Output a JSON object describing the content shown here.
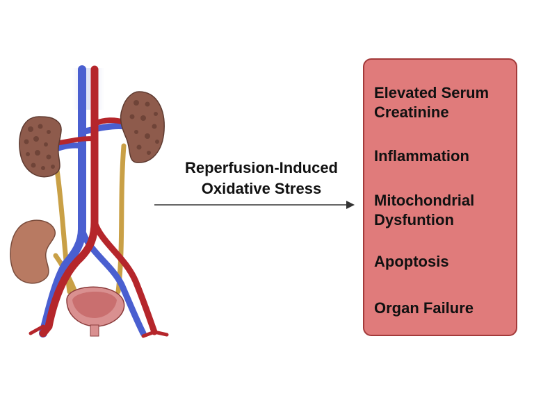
{
  "process": {
    "line1": "Reperfusion-Induced",
    "line2": "Oxidative Stress"
  },
  "outcomes": {
    "items": [
      "Elevated Serum Creatinine",
      "Inflammation",
      "Mitochondrial Dysfuntion",
      "Apoptosis",
      "Organ Failure"
    ]
  },
  "colors": {
    "outcome_box_fill": "#e07b7b",
    "outcome_box_border": "#a33a3a",
    "artery": "#b5262b",
    "vein": "#4a5fd0",
    "ureter": "#c9a046",
    "kidney_diseased": "#8e5b4c",
    "kidney_healthy": "#b87a62",
    "bladder": "#c96f6f"
  },
  "icons": [
    "urinary-tract-illustration",
    "right-arrow"
  ]
}
